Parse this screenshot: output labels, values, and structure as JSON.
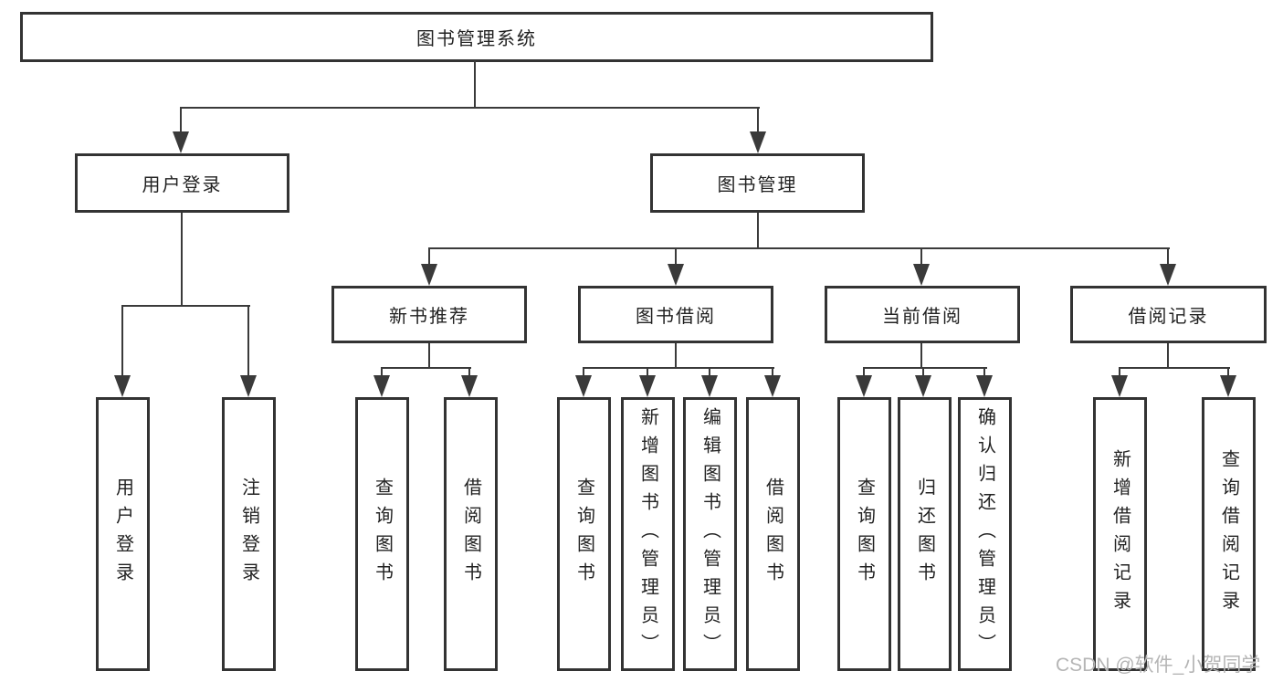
{
  "diagram": {
    "root": {
      "label": "图书管理系统"
    },
    "children": [
      {
        "label": "用户登录",
        "children": [
          {
            "label": "用户登录"
          },
          {
            "label": "注销登录"
          }
        ]
      },
      {
        "label": "图书管理",
        "children": [
          {
            "label": "新书推荐",
            "children": [
              {
                "label": "查询图书"
              },
              {
                "label": "借阅图书"
              }
            ]
          },
          {
            "label": "图书借阅",
            "children": [
              {
                "label": "查询图书"
              },
              {
                "label": "新增图书（管理员）"
              },
              {
                "label": "编辑图书（管理员）"
              },
              {
                "label": "借阅图书"
              }
            ]
          },
          {
            "label": "当前借阅",
            "children": [
              {
                "label": "查询图书"
              },
              {
                "label": "归还图书"
              },
              {
                "label": "确认归还（管理员）"
              }
            ]
          },
          {
            "label": "借阅记录",
            "children": [
              {
                "label": "新增借阅记录"
              },
              {
                "label": "查询借阅记录"
              }
            ]
          }
        ]
      }
    ]
  },
  "watermark": {
    "text": "CSDN @软件_小贺同学",
    "color": "#b5b5b5"
  },
  "colors": {
    "background": "#ffffff",
    "box_border": "#333333",
    "connector_line": "#3a3a3a",
    "text": "#222222"
  }
}
